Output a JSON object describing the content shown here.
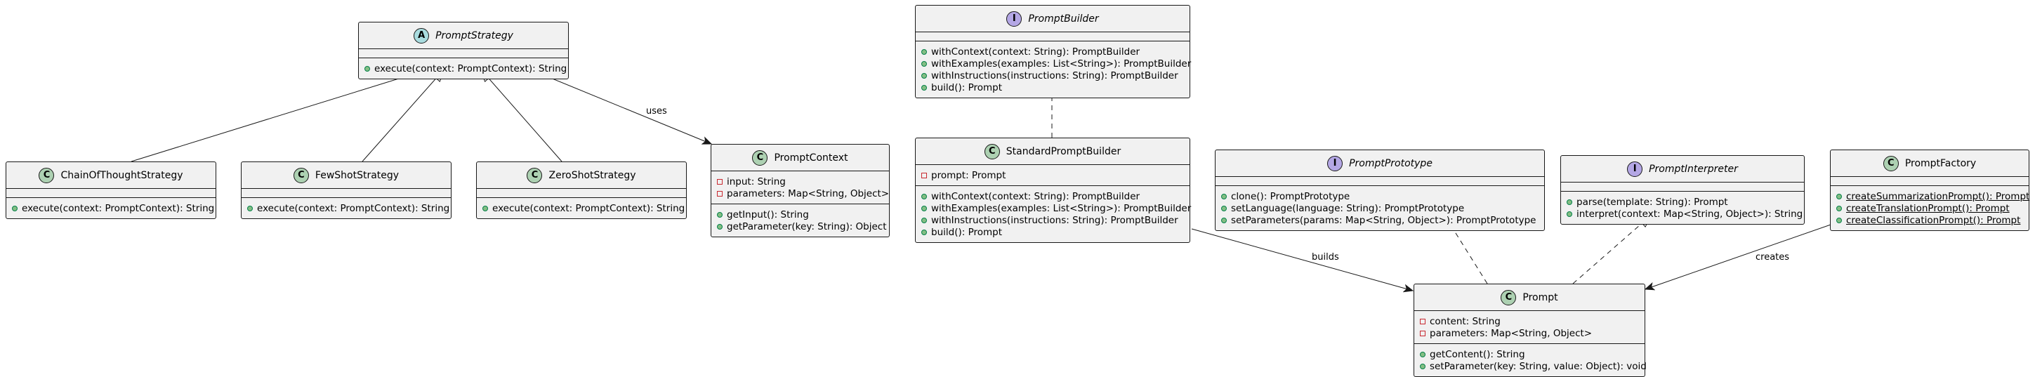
{
  "classes": {
    "prompt_strategy": {
      "kind": "A",
      "name": "PromptStrategy",
      "attributes": [],
      "methods": [
        {
          "vis": "public",
          "text": "execute(context: PromptContext): String"
        }
      ]
    },
    "chain_of_thought": {
      "kind": "C",
      "name": "ChainOfThoughtStrategy",
      "attributes": [],
      "methods": [
        {
          "vis": "public",
          "text": "execute(context: PromptContext): String"
        }
      ]
    },
    "few_shot": {
      "kind": "C",
      "name": "FewShotStrategy",
      "attributes": [],
      "methods": [
        {
          "vis": "public",
          "text": "execute(context: PromptContext): String"
        }
      ]
    },
    "zero_shot": {
      "kind": "C",
      "name": "ZeroShotStrategy",
      "attributes": [],
      "methods": [
        {
          "vis": "public",
          "text": "execute(context: PromptContext): String"
        }
      ]
    },
    "prompt_context": {
      "kind": "C",
      "name": "PromptContext",
      "attributes": [
        {
          "vis": "private",
          "text": "input: String"
        },
        {
          "vis": "private",
          "text": "parameters: Map<String, Object>"
        }
      ],
      "methods": [
        {
          "vis": "public",
          "text": "getInput(): String"
        },
        {
          "vis": "public",
          "text": "getParameter(key: String): Object"
        }
      ]
    },
    "prompt_builder": {
      "kind": "I",
      "name": "PromptBuilder",
      "attributes": [],
      "methods": [
        {
          "vis": "public",
          "text": "withContext(context: String): PromptBuilder"
        },
        {
          "vis": "public",
          "text": "withExamples(examples: List<String>): PromptBuilder"
        },
        {
          "vis": "public",
          "text": "withInstructions(instructions: String): PromptBuilder"
        },
        {
          "vis": "public",
          "text": "build(): Prompt"
        }
      ]
    },
    "standard_prompt_builder": {
      "kind": "C",
      "name": "StandardPromptBuilder",
      "attributes": [
        {
          "vis": "private",
          "text": "prompt: Prompt"
        }
      ],
      "methods": [
        {
          "vis": "public",
          "text": "withContext(context: String): PromptBuilder"
        },
        {
          "vis": "public",
          "text": "withExamples(examples: List<String>): PromptBuilder"
        },
        {
          "vis": "public",
          "text": "withInstructions(instructions: String): PromptBuilder"
        },
        {
          "vis": "public",
          "text": "build(): Prompt"
        }
      ]
    },
    "prompt_prototype": {
      "kind": "I",
      "name": "PromptPrototype",
      "attributes": [],
      "methods": [
        {
          "vis": "public",
          "text": "clone(): PromptPrototype"
        },
        {
          "vis": "public",
          "text": "setLanguage(language: String): PromptPrototype"
        },
        {
          "vis": "public",
          "text": "setParameters(params: Map<String, Object>): PromptPrototype"
        }
      ]
    },
    "prompt_interpreter": {
      "kind": "I",
      "name": "PromptInterpreter",
      "attributes": [],
      "methods": [
        {
          "vis": "public",
          "text": "parse(template: String): Prompt"
        },
        {
          "vis": "public",
          "text": "interpret(context: Map<String, Object>): String"
        }
      ]
    },
    "prompt_factory": {
      "kind": "C",
      "name": "PromptFactory",
      "attributes": [],
      "methods": [
        {
          "vis": "public",
          "static": true,
          "text": "createSummarizationPrompt(): Prompt"
        },
        {
          "vis": "public",
          "static": true,
          "text": "createTranslationPrompt(): Prompt"
        },
        {
          "vis": "public",
          "static": true,
          "text": "createClassificationPrompt(): Prompt"
        }
      ]
    },
    "prompt": {
      "kind": "C",
      "name": "Prompt",
      "attributes": [
        {
          "vis": "private",
          "text": "content: String"
        },
        {
          "vis": "private",
          "text": "parameters: Map<String, Object>"
        }
      ],
      "methods": [
        {
          "vis": "public",
          "text": "getContent(): String"
        },
        {
          "vis": "public",
          "text": "setParameter(key: String, value: Object): void"
        }
      ]
    }
  },
  "edge_labels": {
    "uses": "uses",
    "builds": "builds",
    "creates": "creates"
  },
  "colors": {
    "class_fill": "#f1f1f1",
    "border": "#181818",
    "class_badge": "#add1b2",
    "interface_badge": "#b4a7e5",
    "abstract_badge": "#a9dcdf",
    "public_marker": "#84be84",
    "private_marker": "#c82930"
  }
}
